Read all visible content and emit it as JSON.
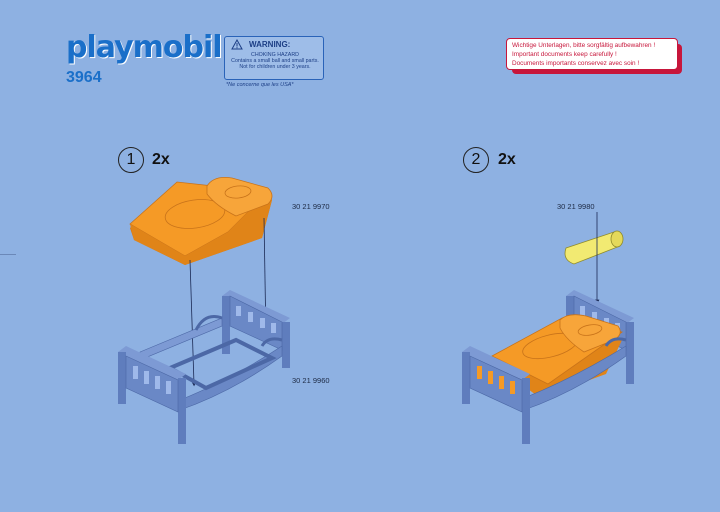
{
  "header": {
    "brand": "playmobil",
    "model_number": "3964",
    "warning": {
      "title": "WARNING:",
      "lines": [
        "CHOKING HAZARD",
        "Contains a small ball and small parts.",
        "Not for children under 3 years."
      ],
      "note": "*Ne concerne que les USA*"
    },
    "notice": {
      "lines": [
        "Wichtige Unterlagen, bitte sorgfältig aufbewahren !",
        "Important documents keep carefully !",
        "Documents importants conservez avec soin !"
      ]
    }
  },
  "steps": [
    {
      "number": "1",
      "quantity": "2x",
      "parts": [
        {
          "code": "30 21 9970",
          "name": "mattress"
        },
        {
          "code": "30 21 9960",
          "name": "bed frame"
        }
      ]
    },
    {
      "number": "2",
      "quantity": "2x",
      "parts": [
        {
          "code": "30 21 9980",
          "name": "pillow"
        }
      ]
    }
  ],
  "colors": {
    "background": "#8eb1e2",
    "brand_blue": "#1a6fc9",
    "notice_red": "#c7163b",
    "frame_blue": "#6a88c6",
    "mattress_orange": "#f59a26",
    "pillow_yellow": "#f2ea72"
  },
  "icons": [
    "warning-triangle-icon",
    "arrow-down-icon"
  ]
}
